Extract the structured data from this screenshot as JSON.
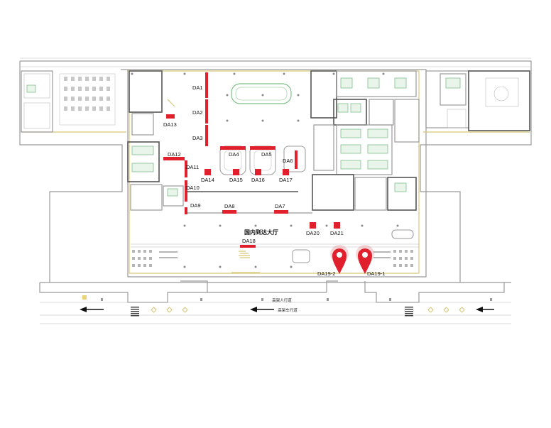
{
  "map": {
    "hall_name": "国内到达大厅",
    "road_pedestrian": "高架人行道",
    "road_vehicle": "高架车行道",
    "accent_color": "#e0202c",
    "marker_color": "#e0202c",
    "ad_spots": [
      {
        "id": "DA1",
        "label": "DA1"
      },
      {
        "id": "DA2",
        "label": "DA2"
      },
      {
        "id": "DA3",
        "label": "DA3"
      },
      {
        "id": "DA4",
        "label": "DA4"
      },
      {
        "id": "DA5",
        "label": "DA5"
      },
      {
        "id": "DA6",
        "label": "DA6"
      },
      {
        "id": "DA7",
        "label": "DA7"
      },
      {
        "id": "DA8",
        "label": "DA8"
      },
      {
        "id": "DA9",
        "label": "DA9"
      },
      {
        "id": "DA10",
        "label": "DA10"
      },
      {
        "id": "DA11",
        "label": "DA11"
      },
      {
        "id": "DA12",
        "label": "DA12"
      },
      {
        "id": "DA13",
        "label": "DA13"
      },
      {
        "id": "DA14",
        "label": "DA14"
      },
      {
        "id": "DA15",
        "label": "DA15"
      },
      {
        "id": "DA16",
        "label": "DA16"
      },
      {
        "id": "DA17",
        "label": "DA17"
      },
      {
        "id": "DA18",
        "label": "DA18"
      },
      {
        "id": "DA19-1",
        "label": "DA19-1"
      },
      {
        "id": "DA19-2",
        "label": "DA19-2"
      },
      {
        "id": "DA20",
        "label": "DA20"
      },
      {
        "id": "DA21",
        "label": "DA21"
      }
    ],
    "markers": [
      {
        "id": "marker-da19-2",
        "icon": "map-pin-icon"
      },
      {
        "id": "marker-da19-1",
        "icon": "map-pin-icon"
      }
    ],
    "arrows": [
      "arrow-left-icon",
      "arrow-left-icon",
      "arrow-left-icon"
    ]
  }
}
